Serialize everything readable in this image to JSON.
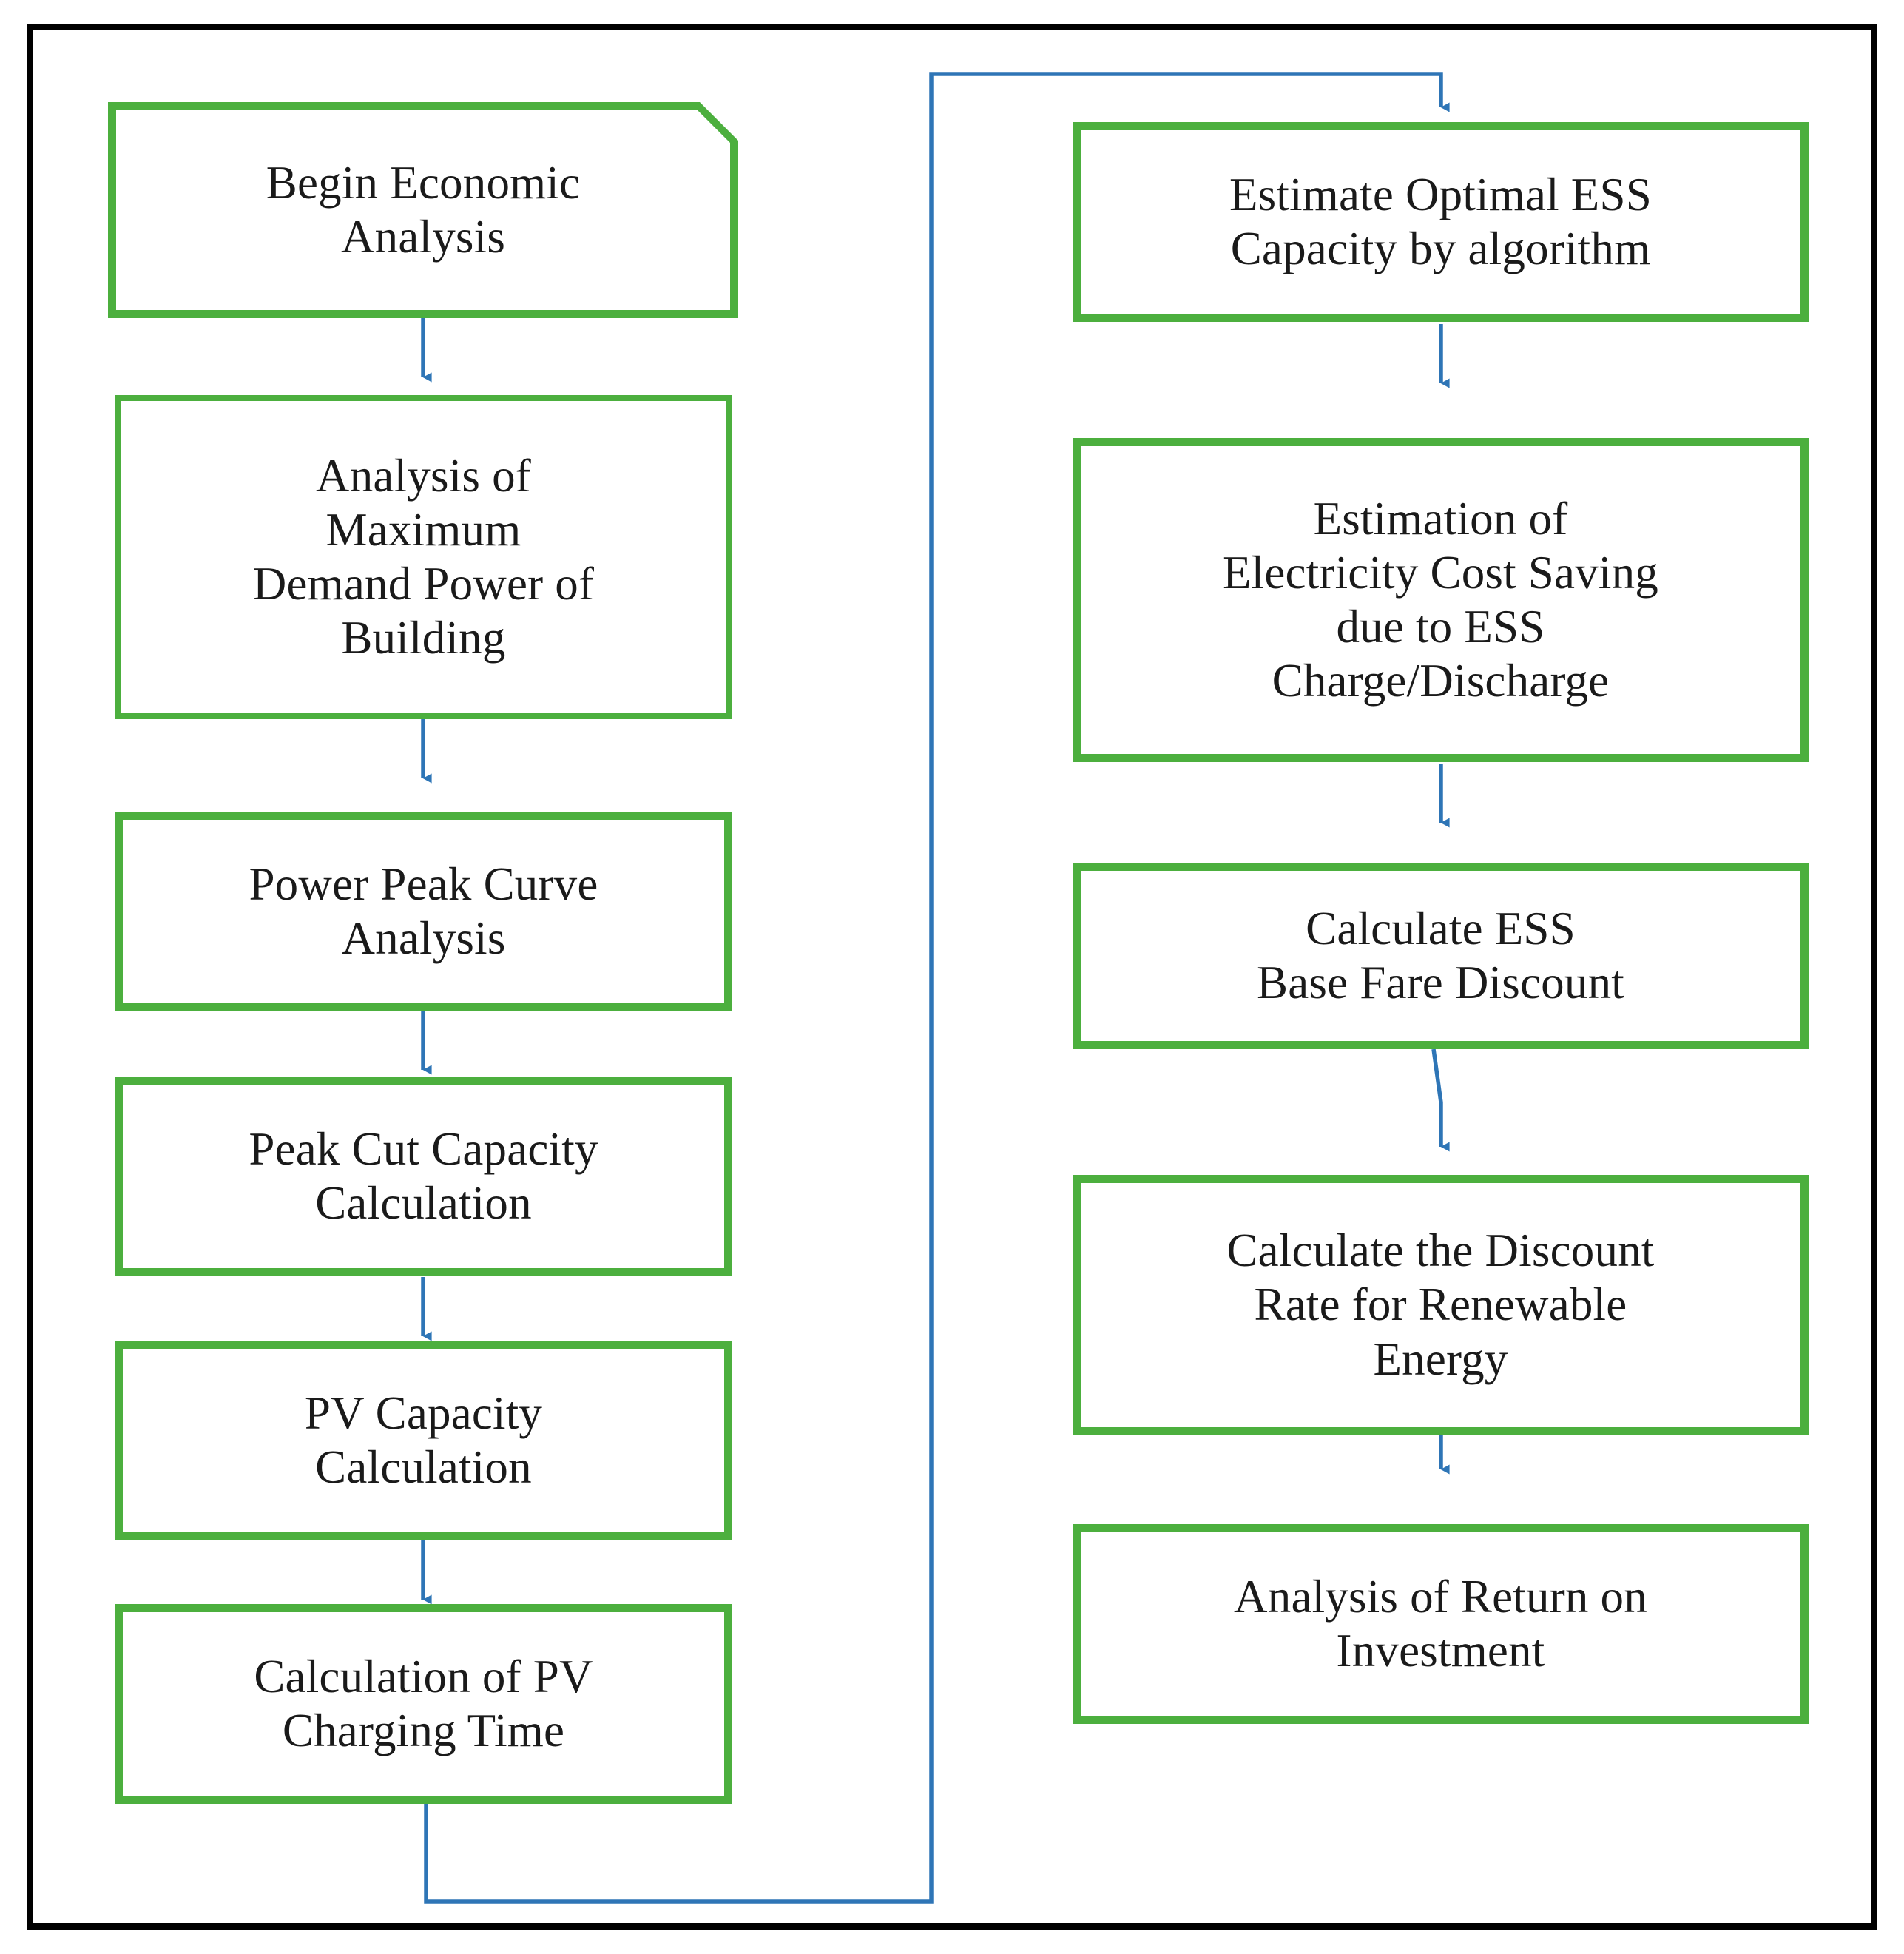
{
  "diagram": {
    "title": "Economic Analysis Flowchart",
    "colors": {
      "node_border_green": "#4CAF3E",
      "connector_blue": "#2E75B6",
      "frame_black": "#000000",
      "node_fill_white": "#FFFFFF",
      "text_black": "#1A1A1A"
    },
    "left_column": [
      {
        "id": "begin-economic-analysis",
        "shape": "terminator-cut-corner",
        "label": "Begin Economic\nAnalysis"
      },
      {
        "id": "analysis-max-demand-power",
        "shape": "process",
        "label": "Analysis of\nMaximum\nDemand Power of\nBuilding"
      },
      {
        "id": "power-peak-curve-analysis",
        "shape": "process",
        "label": "Power Peak Curve\nAnalysis"
      },
      {
        "id": "peak-cut-capacity-calculation",
        "shape": "process",
        "label": "Peak Cut Capacity\nCalculation"
      },
      {
        "id": "pv-capacity-calculation",
        "shape": "process",
        "label": "PV Capacity\nCalculation"
      },
      {
        "id": "calculation-of-pv-charging-time",
        "shape": "process",
        "label": "Calculation of PV\nCharging Time"
      }
    ],
    "right_column": [
      {
        "id": "estimate-optimal-ess-capacity",
        "shape": "process",
        "label": "Estimate Optimal ESS\nCapacity by algorithm"
      },
      {
        "id": "estimation-electricity-cost-saving",
        "shape": "process",
        "label": "Estimation of\nElectricity Cost Saving\ndue to ESS\nCharge/Discharge"
      },
      {
        "id": "calculate-ess-base-fare-discount",
        "shape": "process",
        "label": "Calculate ESS\nBase Fare Discount"
      },
      {
        "id": "calculate-discount-rate-renewable",
        "shape": "process",
        "label": "Calculate the Discount\nRate for Renewable\nEnergy"
      },
      {
        "id": "analysis-of-return-on-investment",
        "shape": "process",
        "label": "Analysis of Return on\nInvestment"
      }
    ],
    "connectors": [
      {
        "from": "begin-economic-analysis",
        "to": "analysis-max-demand-power",
        "type": "straight-arrow-down"
      },
      {
        "from": "analysis-max-demand-power",
        "to": "power-peak-curve-analysis",
        "type": "straight-arrow-down"
      },
      {
        "from": "power-peak-curve-analysis",
        "to": "peak-cut-capacity-calculation",
        "type": "straight-arrow-down"
      },
      {
        "from": "peak-cut-capacity-calculation",
        "to": "pv-capacity-calculation",
        "type": "straight-arrow-down"
      },
      {
        "from": "pv-capacity-calculation",
        "to": "calculation-of-pv-charging-time",
        "type": "straight-arrow-down"
      },
      {
        "from": "calculation-of-pv-charging-time",
        "to": "estimate-optimal-ess-capacity",
        "type": "wrap-around-loop"
      },
      {
        "from": "estimate-optimal-ess-capacity",
        "to": "estimation-electricity-cost-saving",
        "type": "straight-arrow-down"
      },
      {
        "from": "estimation-electricity-cost-saving",
        "to": "calculate-ess-base-fare-discount",
        "type": "straight-arrow-down"
      },
      {
        "from": "calculate-ess-base-fare-discount",
        "to": "calculate-discount-rate-renewable",
        "type": "straight-arrow-down"
      },
      {
        "from": "calculate-discount-rate-renewable",
        "to": "analysis-of-return-on-investment",
        "type": "straight-arrow-down"
      }
    ]
  }
}
